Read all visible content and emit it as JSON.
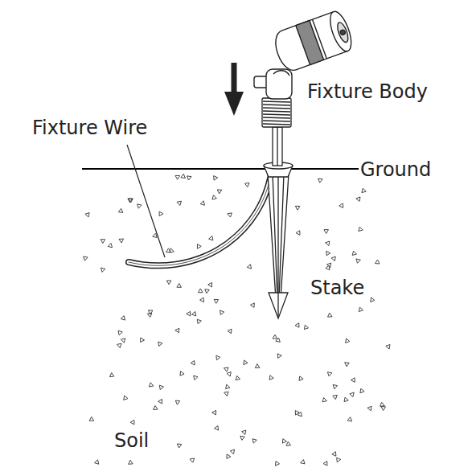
{
  "diagram": {
    "labels": [
      "Fixture Body",
      "Fixture Wire",
      "Ground",
      "Stake",
      "Soil"
    ]
  }
}
